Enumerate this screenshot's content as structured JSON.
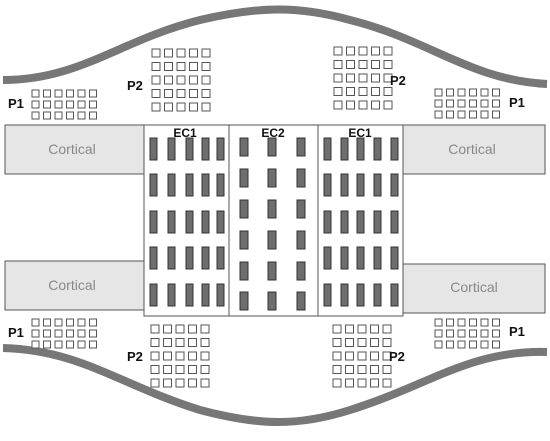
{
  "labels": {
    "cortical": "Cortical",
    "ec1": "EC1",
    "ec2": "EC2",
    "p1": "P1",
    "p2": "P2"
  },
  "colors": {
    "boundary": "#777777",
    "cortical_fill": "#e6e6e6",
    "cortical_text": "#888888",
    "rect_fill": "#6e6e6e",
    "rect_stroke": "#333333",
    "grid_stroke": "#555555",
    "square_stroke": "#555555",
    "label_text": "#111111"
  }
}
